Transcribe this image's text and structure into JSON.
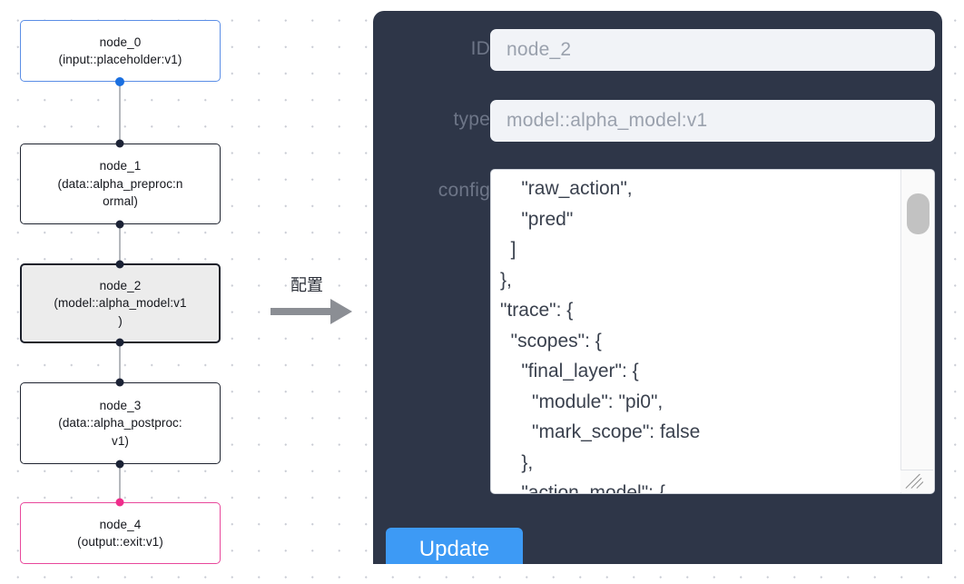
{
  "graph": {
    "nodes": [
      {
        "id": "node_0",
        "label": "node_0\n(input::placeholder:v1)",
        "kind": "input",
        "selected": false
      },
      {
        "id": "node_1",
        "label": "node_1\n(data::alpha_preproc:n\normal)",
        "kind": "default",
        "selected": false
      },
      {
        "id": "node_2",
        "label": "node_2\n(model::alpha_model:v1\n)",
        "kind": "default",
        "selected": true
      },
      {
        "id": "node_3",
        "label": "node_3\n(data::alpha_postproc:\nv1)",
        "kind": "default",
        "selected": false
      },
      {
        "id": "node_4",
        "label": "node_4\n(output::exit:v1)",
        "kind": "output",
        "selected": false
      }
    ],
    "colors": {
      "input_border": "#5b8ee6",
      "output_border": "#e8479b",
      "default_border": "#1f2430",
      "selected_fill": "#ececec",
      "edge": "#b5b8bd",
      "handle": "#1b2235",
      "handle_source": "#1a6fe0",
      "handle_target": "#ef2d8b"
    }
  },
  "annotation": {
    "caption": "配置",
    "arrow_icon": "right-arrow-icon",
    "arrow_color": "#8b8e94"
  },
  "panel": {
    "background": "#2e3648",
    "fields": [
      {
        "key": "id",
        "label": "ID",
        "value": "node_2",
        "placeholder": "node_2"
      },
      {
        "key": "type",
        "label": "type",
        "value": "model::alpha_model:v1",
        "placeholder": "model::alpha_model:v1"
      },
      {
        "key": "config",
        "label": "config",
        "value": ""
      }
    ],
    "config_text": "    \"raw_action\",\n    \"pred\"\n  ]\n},\n\"trace\": {\n  \"scopes\": {\n    \"final_layer\": {\n      \"module\": \"pi0\",\n      \"mark_scope\": false\n    },\n    \"action_model\": {",
    "scrollbar": {
      "thumb_top_pct": 7,
      "thumb_height_pct": 12
    },
    "resize_handle_icon": "resize-grip-icon",
    "update_button": {
      "label": "Update",
      "color": "#3d9af5"
    }
  }
}
